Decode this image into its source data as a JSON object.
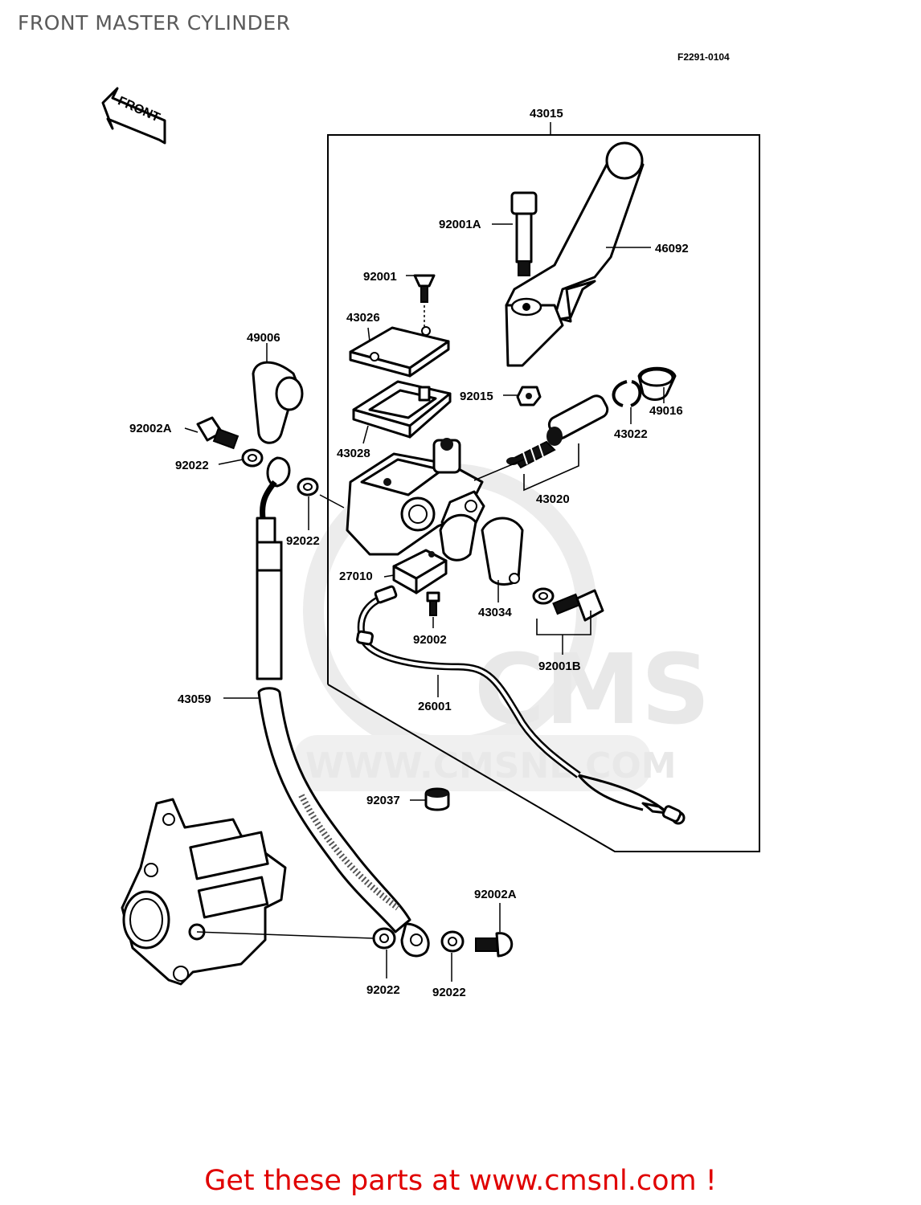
{
  "header": {
    "title": "FRONT MASTER CYLINDER",
    "diagram_code": "F2291-0104"
  },
  "watermark": {
    "brand": "CMS",
    "url": "WWW.CMSNL.COM"
  },
  "direction_arrow": {
    "text": "FRONT"
  },
  "callouts": {
    "c43015": "43015",
    "c46092": "46092",
    "c92001A": "92001A",
    "c92001": "92001",
    "c43026": "43026",
    "c49006": "49006",
    "c92015": "92015",
    "c49016": "49016",
    "c92002A_top": "92002A",
    "c43028": "43028",
    "c43022": "43022",
    "c92022_a": "92022",
    "c92022_b": "92022",
    "c43020": "43020",
    "c27010": "27010",
    "c43034": "43034",
    "c92002": "92002",
    "c92001B": "92001B",
    "c43059": "43059",
    "c26001": "26001",
    "c92037": "92037",
    "c92002A_bottom": "92002A",
    "c92022_c": "92022",
    "c92022_d": "92022"
  },
  "footer": {
    "text": "Get these parts at www.cmsnl.com !",
    "color": "#e00000"
  }
}
